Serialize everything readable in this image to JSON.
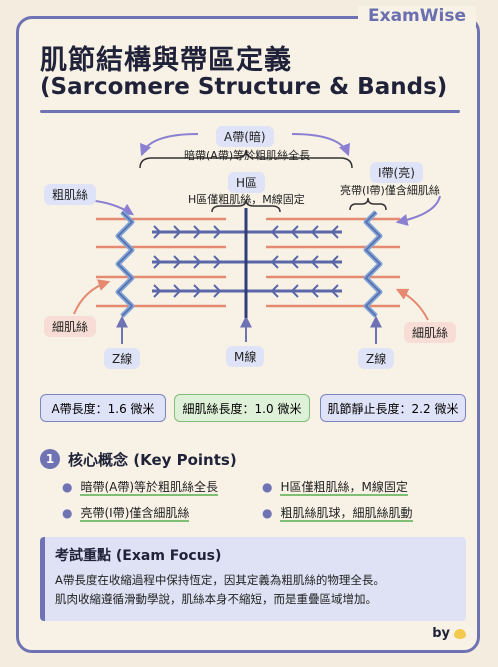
{
  "brand": "ExamWise",
  "title": {
    "zh": "肌節結構與帶區定義",
    "en": "(Sarcomere Structure & Bands)"
  },
  "diagram": {
    "a_band": {
      "title": "A帶(暗)",
      "desc": "暗帶(A帶)等於粗肌絲全長"
    },
    "h_zone": {
      "title": "H區",
      "desc": "H區僅粗肌絲，M線固定"
    },
    "i_band": {
      "title": "I帶(亮)",
      "desc": "亮帶(I帶)僅含細肌絲"
    },
    "thick_label": "粗肌絲",
    "thin_label_left": "細肌絲",
    "thin_label_right": "細肌絲",
    "z_left": "Z線",
    "m_line": "M線",
    "z_right": "Z線"
  },
  "stats": {
    "a": "A帶長度：1.6 微米",
    "b": "細肌絲長度：1.0 微米",
    "c": "肌節靜止長度：2.2 微米"
  },
  "key_points": {
    "number": "1",
    "title": "核心概念 (Key Points)",
    "items": [
      "暗帶(A帶)等於粗肌絲全長",
      "H區僅粗肌絲，M線固定",
      "亮帶(I帶)僅含細肌絲",
      "粗肌絲肌球，細肌絲肌動"
    ]
  },
  "exam_focus": {
    "title": "考試重點 (Exam Focus)",
    "line1": "A帶長度在收縮過程中保持恆定，因其定義為粗肌絲的物理全長。",
    "line2": "肌肉收縮遵循滑動學說，肌絲本身不縮短，而是重疊區域增加。"
  },
  "byline": "by",
  "colors": {
    "accent": "#6f73b3",
    "thin": "#e58a70",
    "thick": "#5a67a8",
    "green": "#7fbf73"
  }
}
